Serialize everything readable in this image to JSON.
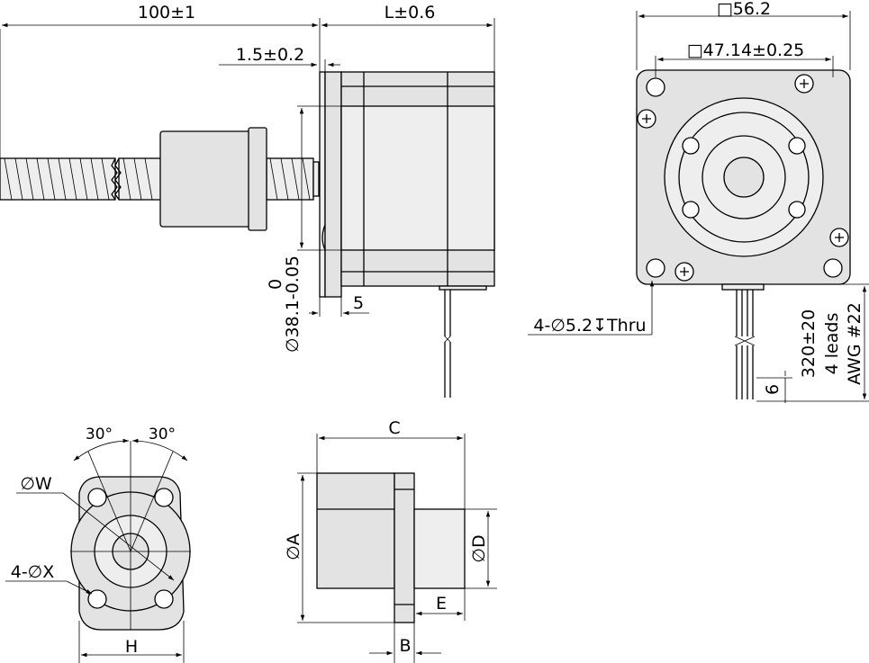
{
  "labels": {
    "screw_length": "100±1",
    "motor_length": "L±0.6",
    "flange_thickness": "1.5±0.2",
    "boss_height": "5",
    "boss_diameter_upper": "0",
    "boss_diameter_lower": "∅38.1-0.05",
    "frame_size": "□56.2",
    "hole_spacing": "□47.14±0.25",
    "mount_holes": "4-∅5.2↧Thru",
    "lead_length": "320±20",
    "lead_count": "4 leads",
    "lead_gauge": "AWG #22",
    "lead_strip": "6",
    "nut_angle_left": "30°",
    "nut_angle_right": "30°",
    "nut_bolt_circle": "∅W",
    "nut_holes": "4-∅X",
    "nut_width": "H",
    "nut_length": "C",
    "nut_body_diameter": "∅A",
    "nut_pilot_diameter": "∅D",
    "nut_pilot_length": "E",
    "nut_flange_thickness": "B"
  }
}
